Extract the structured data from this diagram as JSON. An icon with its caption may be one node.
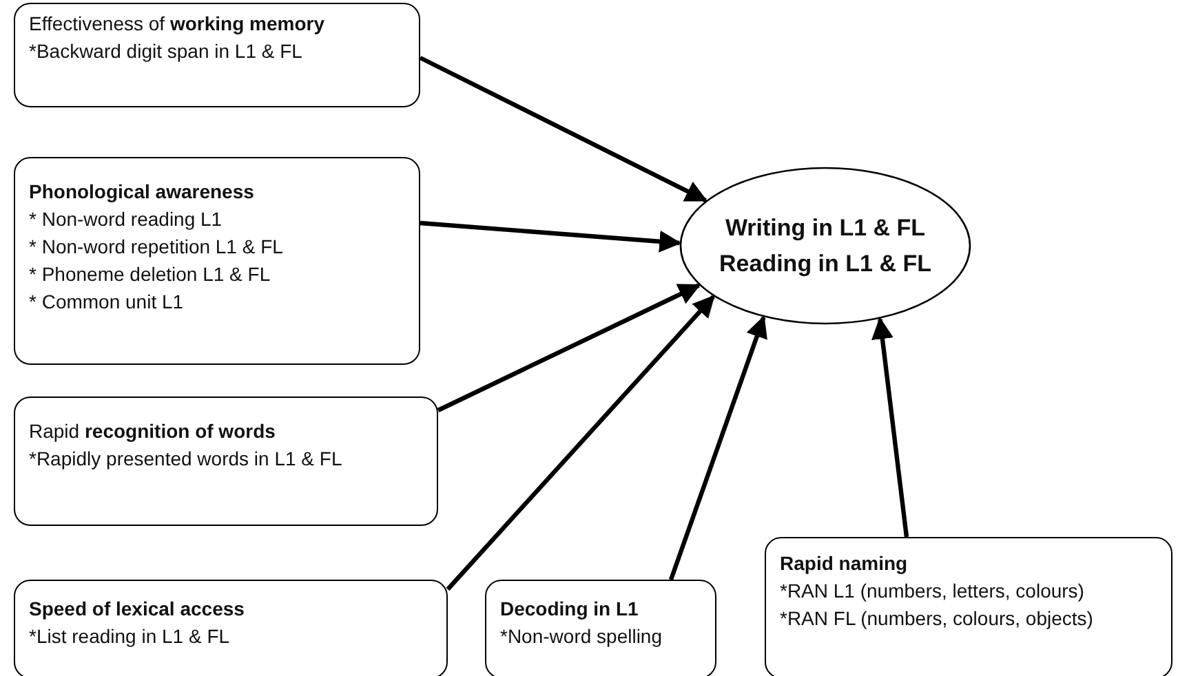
{
  "diagram": {
    "nodes": [
      {
        "text": [
          "Effectiveness of **working memory**",
          "*Backward digit span in L1 & FL"
        ]
      },
      {
        "text": [
          "Phonological awareness",
          "* Non-word reading L1",
          "* Non-word repetition L1 & FL",
          "* Phoneme deletion L1 & FL",
          "* Common unit L1"
        ]
      },
      {
        "text": [
          "Rapid **recognition of words**",
          "*Rapidly presented words in L1 & FL"
        ]
      },
      {
        "text": [
          "Speed of lexical access",
          "*List reading in L1 & FL"
        ]
      },
      {
        "text": [
          "Decoding in L1",
          "*Non-word spelling"
        ]
      },
      {
        "text": [
          "Rapid naming",
          "*RAN L1 (numbers, letters, colours)",
          "*RAN FL (numbers, colours, objects)"
        ]
      },
      {
        "text": [
          "Writing in L1 & FL",
          "Reading in L1 & FL"
        ]
      }
    ],
    "edges": [
      {
        "from": 0,
        "to": 6,
        "arrow": "to"
      },
      {
        "from": 1,
        "to": 6,
        "arrow": "to"
      },
      {
        "from": 2,
        "to": 6,
        "arrow": "to"
      },
      {
        "from": 3,
        "to": 6,
        "arrow": "to"
      },
      {
        "from": 4,
        "to": 6,
        "arrow": "to"
      },
      {
        "from": 5,
        "to": 6,
        "arrow": "to"
      }
    ]
  }
}
